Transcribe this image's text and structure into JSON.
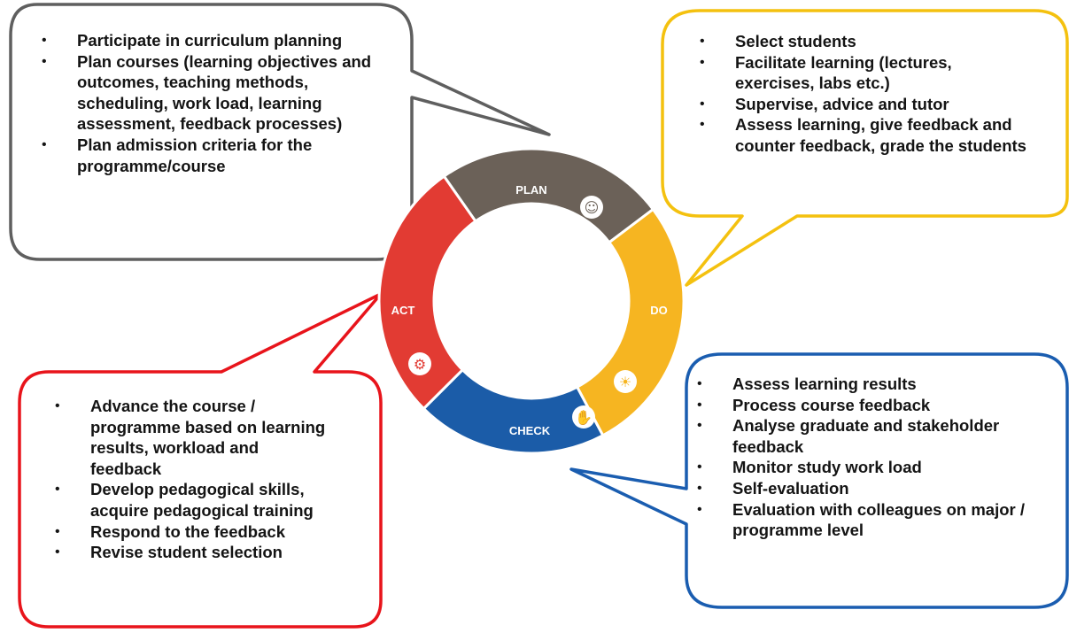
{
  "cycle": {
    "segments": [
      {
        "id": "plan",
        "label": "PLAN",
        "color": "#6b6158",
        "icon": "people-icon"
      },
      {
        "id": "do",
        "label": "DO",
        "color": "#f6b521",
        "icon": "lightbulb-icon"
      },
      {
        "id": "check",
        "label": "CHECK",
        "color": "#1b5ca8",
        "icon": "handshake-icon"
      },
      {
        "id": "act",
        "label": "ACT",
        "color": "#e23b33",
        "icon": "gear-people-icon"
      }
    ]
  },
  "callouts": {
    "plan": {
      "border_color": "#5f5f5f",
      "items": [
        "Participate in curriculum planning",
        "Plan courses (learning objectives and outcomes, teaching methods, scheduling, work load, learning assessment, feedback processes)",
        "Plan admission criteria for the programme/course"
      ]
    },
    "do": {
      "border_color": "#f4c10f",
      "items": [
        "Select students",
        "Facilitate learning (lectures, exercises, labs etc.)",
        "Supervise, advice and tutor",
        "Assess learning, give feedback and counter feedback, grade the students"
      ]
    },
    "check": {
      "border_color": "#1a5db0",
      "items": [
        "Assess learning results",
        "Process course feedback",
        "Analyse graduate and stakeholder feedback",
        "Monitor study work load",
        "Self-evaluation",
        "Evaluation with colleagues on major / programme level"
      ]
    },
    "act": {
      "border_color": "#e8141b",
      "items": [
        "Advance the course / programme based on learning results, workload and feedback",
        "Develop pedagogical skills, acquire pedagogical training",
        "Respond to the feedback",
        "Revise student selection"
      ]
    }
  }
}
